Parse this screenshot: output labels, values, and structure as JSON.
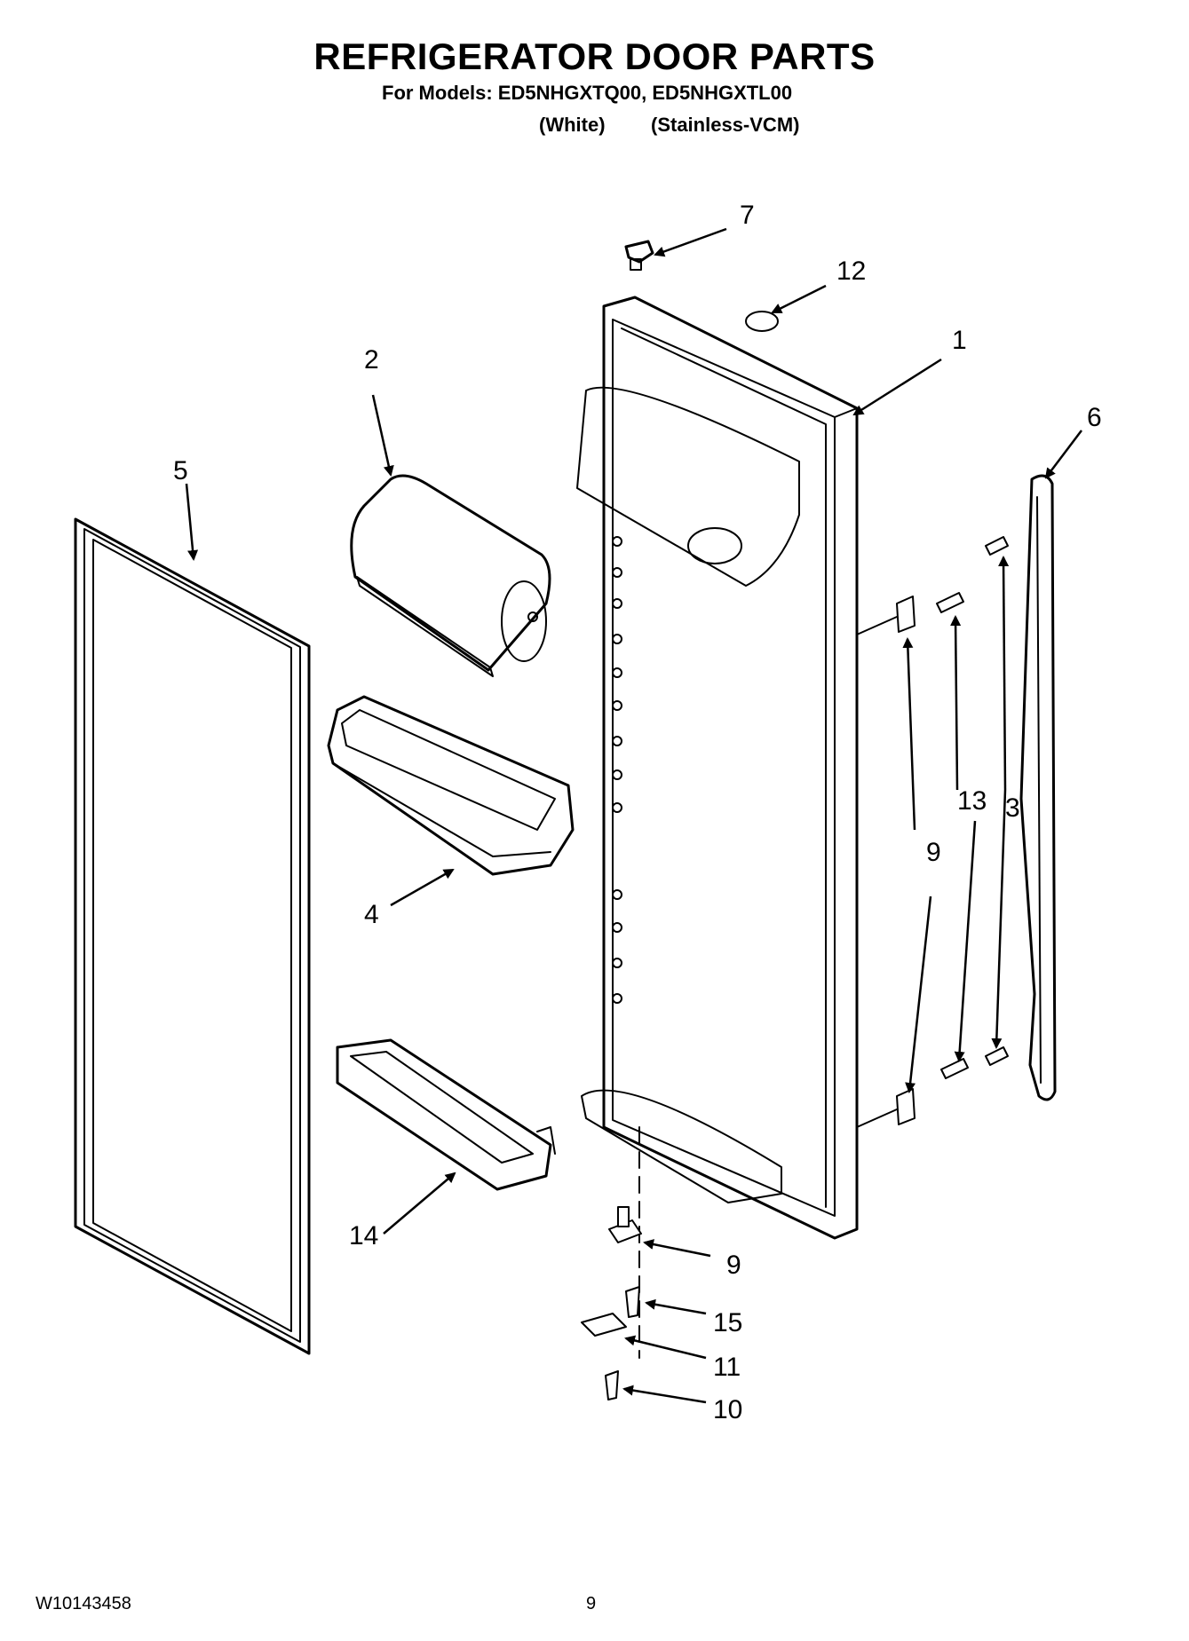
{
  "header": {
    "title": "REFRIGERATOR DOOR PARTS",
    "models": "For Models: ED5NHGXTQ00, ED5NHGXTL00",
    "variant_white": "(White)",
    "variant_stainless": "(Stainless-VCM)"
  },
  "callouts": {
    "p1": "1",
    "p2": "2",
    "p3": "3",
    "p4": "4",
    "p5": "5",
    "p6": "6",
    "p7": "7",
    "p9a": "9",
    "p9b": "9",
    "p10": "10",
    "p11": "11",
    "p12": "12",
    "p13": "13",
    "p14": "14",
    "p15": "15"
  },
  "footer": {
    "doc_number": "W10143458",
    "page": "9"
  }
}
